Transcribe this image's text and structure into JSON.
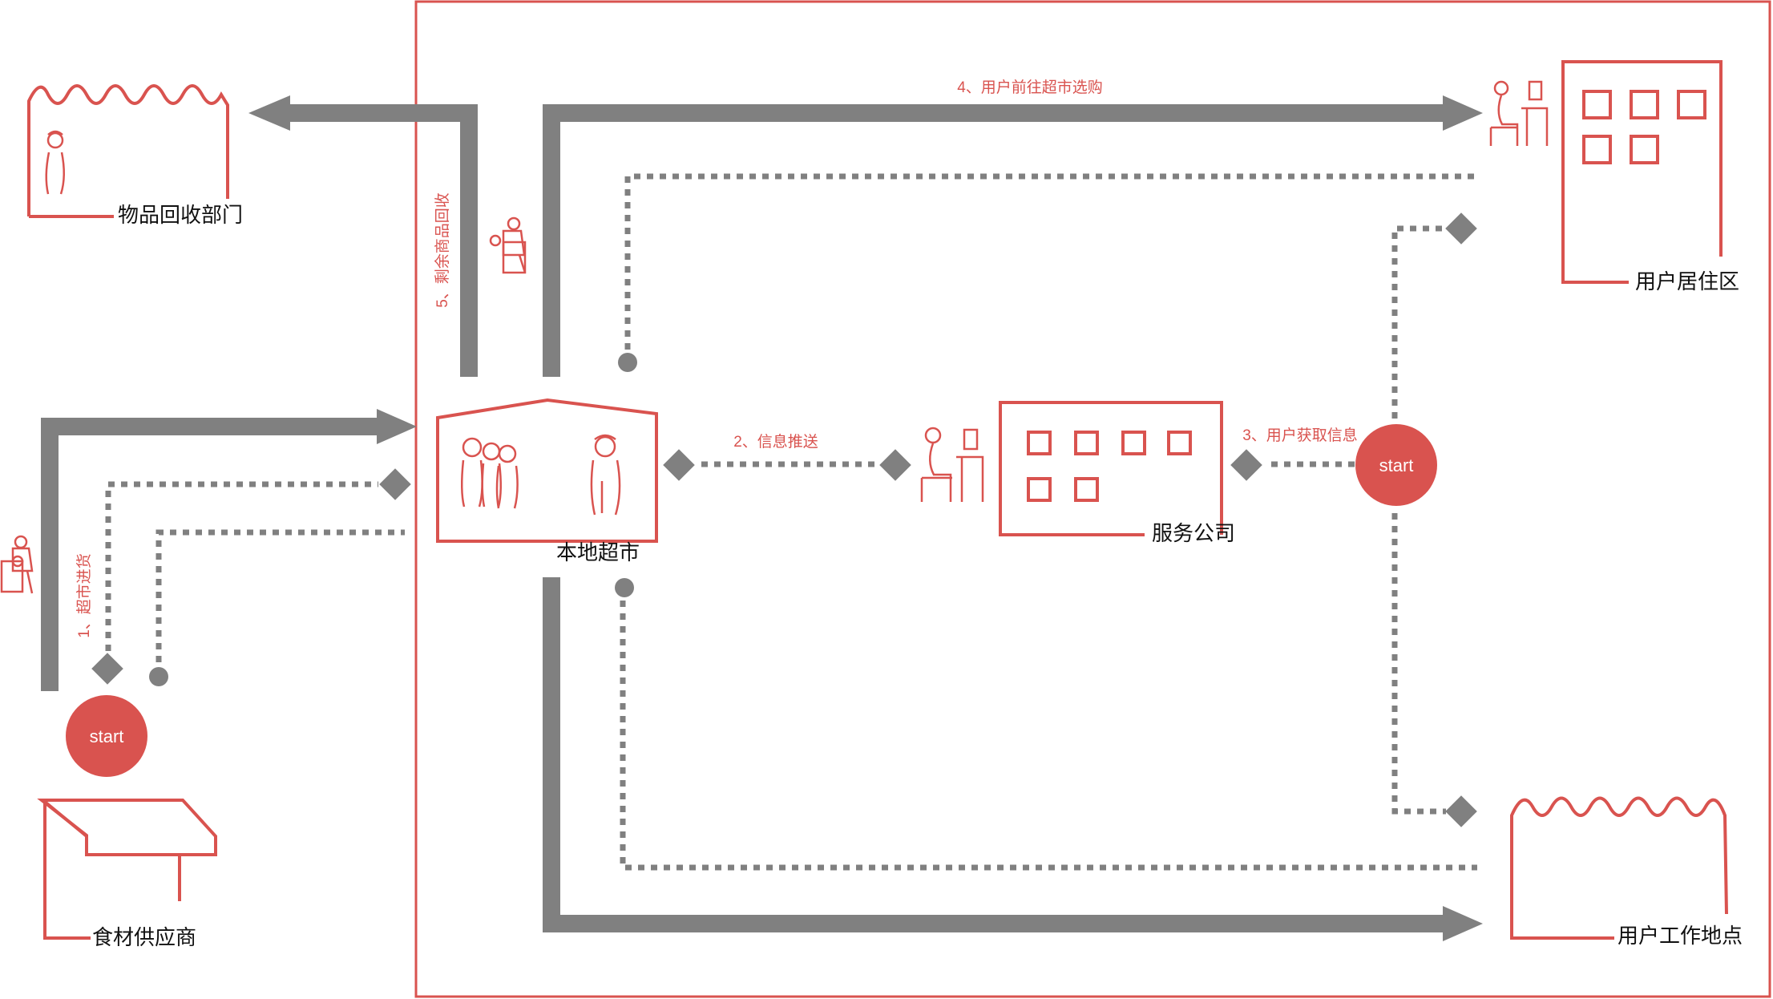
{
  "colors": {
    "accent": "#d9534f",
    "flow": "#808080",
    "text": "#111111",
    "background": "#ffffff"
  },
  "nodes": {
    "supermarket": "本地超市",
    "recycling": "物品回收部门",
    "supplier": "食材供应商",
    "service": "服务公司",
    "residence": "用户居住区",
    "workplace": "用户工作地点"
  },
  "steps": {
    "s1": "1、超市进货",
    "s2": "2、信息推送",
    "s3": "3、用户获取信息",
    "s4": "4、用户前往超市选购",
    "s5": "5、剩余商品回收"
  },
  "start_labels": {
    "supplier_start": "start",
    "service_start": "start"
  },
  "icons": {
    "crowd": "people-group-icon",
    "worker": "worker-icon",
    "desk": "person-at-desk-icon",
    "delivery": "delivery-person-icon",
    "diamond": "diamond-node-icon",
    "dot": "dot-node-icon"
  }
}
